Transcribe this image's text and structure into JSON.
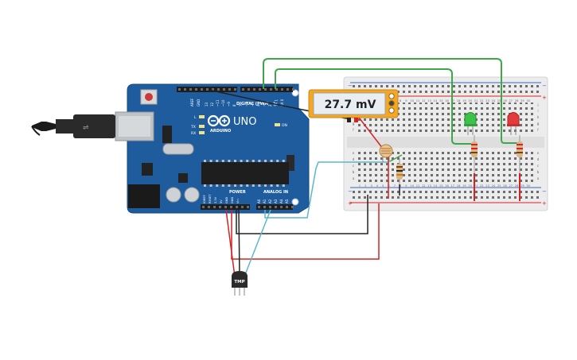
{
  "board": {
    "logo": "UNO",
    "brand": "ARDUINO",
    "digital_label": "DIGITAL (PWM ~)",
    "power_label": "POWER",
    "analog_label": "ANALOG IN",
    "on_label": "ON",
    "led_l": "L",
    "led_tx": "TX",
    "led_rx": "RX",
    "aref": "AREF",
    "gnd": "GND",
    "digital_pins": [
      "13",
      "12",
      "~11",
      "~10",
      "~9",
      "8",
      "7",
      "~6",
      "~5",
      "4",
      "~3",
      "2",
      "TX 1",
      "RX 0"
    ],
    "power_pins": [
      "IOREF",
      "RESET",
      "3.3V",
      "5V",
      "GND",
      "GND",
      "Vin"
    ],
    "analog_pins": [
      "A0",
      "A1",
      "A2",
      "A3",
      "A4",
      "A5"
    ]
  },
  "multimeter": {
    "reading": "27.7 mV"
  },
  "sensor": {
    "label": "TMP"
  },
  "breadboard": {
    "columns_top": [
      "1",
      "2",
      "3",
      "4",
      "5",
      "6",
      "7",
      "8",
      "9",
      "10",
      "11",
      "12",
      "13",
      "14",
      "15",
      "16",
      "17",
      "18",
      "19",
      "20",
      "21",
      "22",
      "23",
      "24",
      "25",
      "26",
      "27",
      "28",
      "29",
      "30"
    ],
    "rows_top": [
      "j",
      "i",
      "h",
      "g",
      "f"
    ],
    "rows_bottom": [
      "e",
      "d",
      "c",
      "b",
      "a"
    ]
  },
  "colors": {
    "board": "#1f5c9e",
    "wire_green": "#3fa64a",
    "wire_red": "#d62222",
    "wire_black": "#222222",
    "wire_cyan": "#5bb8c8",
    "meter_body": "#f5a623",
    "led_green": "#3cc24a",
    "led_red": "#e23b3b"
  }
}
